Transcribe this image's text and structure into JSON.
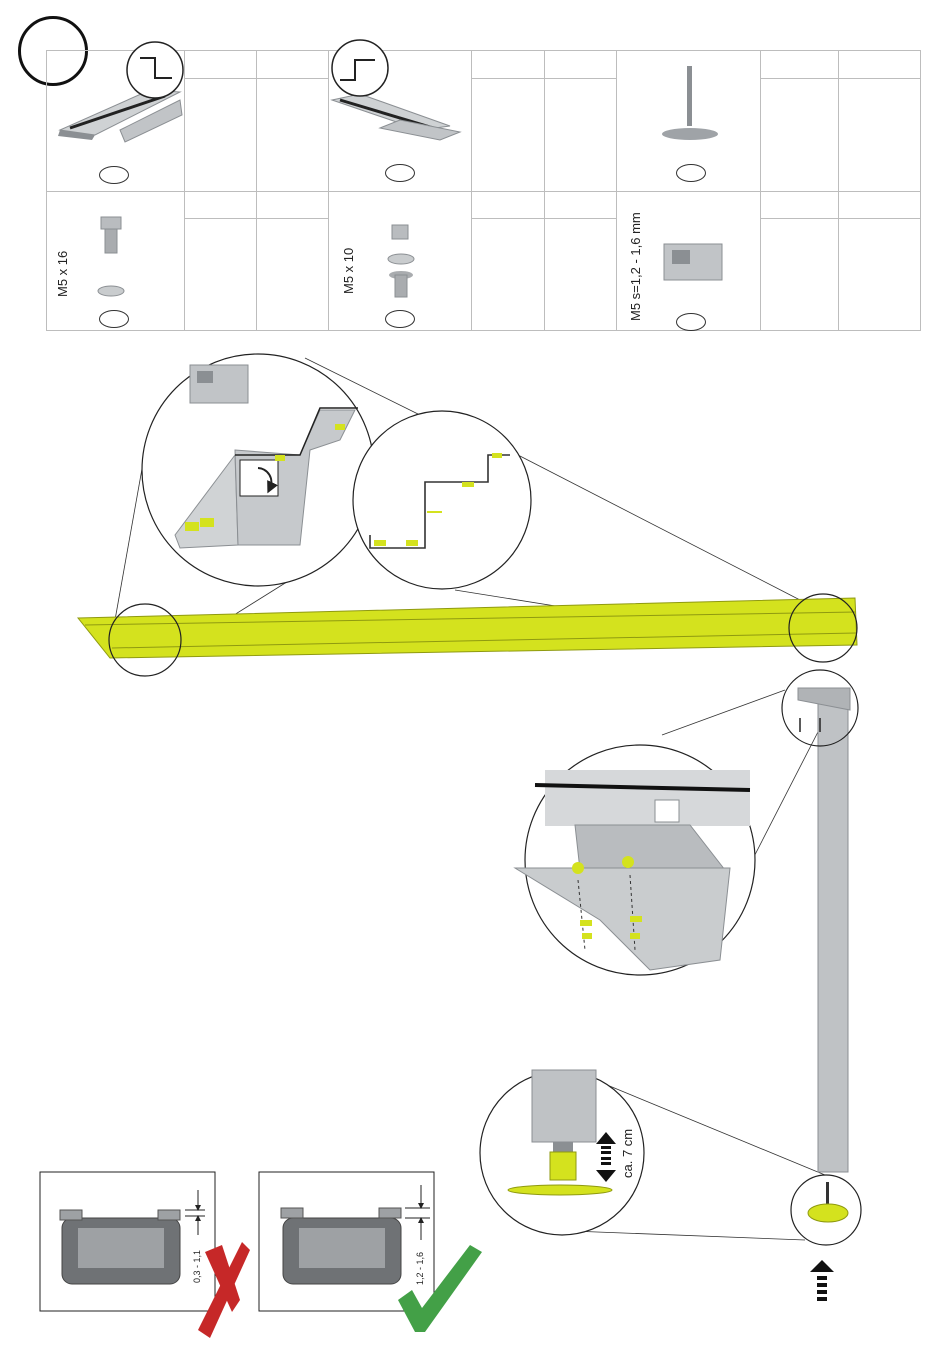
{
  "parts": {
    "bolt_label": "M5 x 16",
    "nut_label": "M5 x 10",
    "clip_label": "M5 s=1,2 - 1,6 mm"
  },
  "leg": {
    "height_label": "ca. 7 cm"
  },
  "clip_check": {
    "wrong_range": "0,3 - 1,1",
    "right_range": "1,2 - 1,6"
  },
  "colors": {
    "accent": "#d4e21e",
    "metal": "#b9bcbf",
    "wrong": "#c62828",
    "right": "#43a047"
  }
}
